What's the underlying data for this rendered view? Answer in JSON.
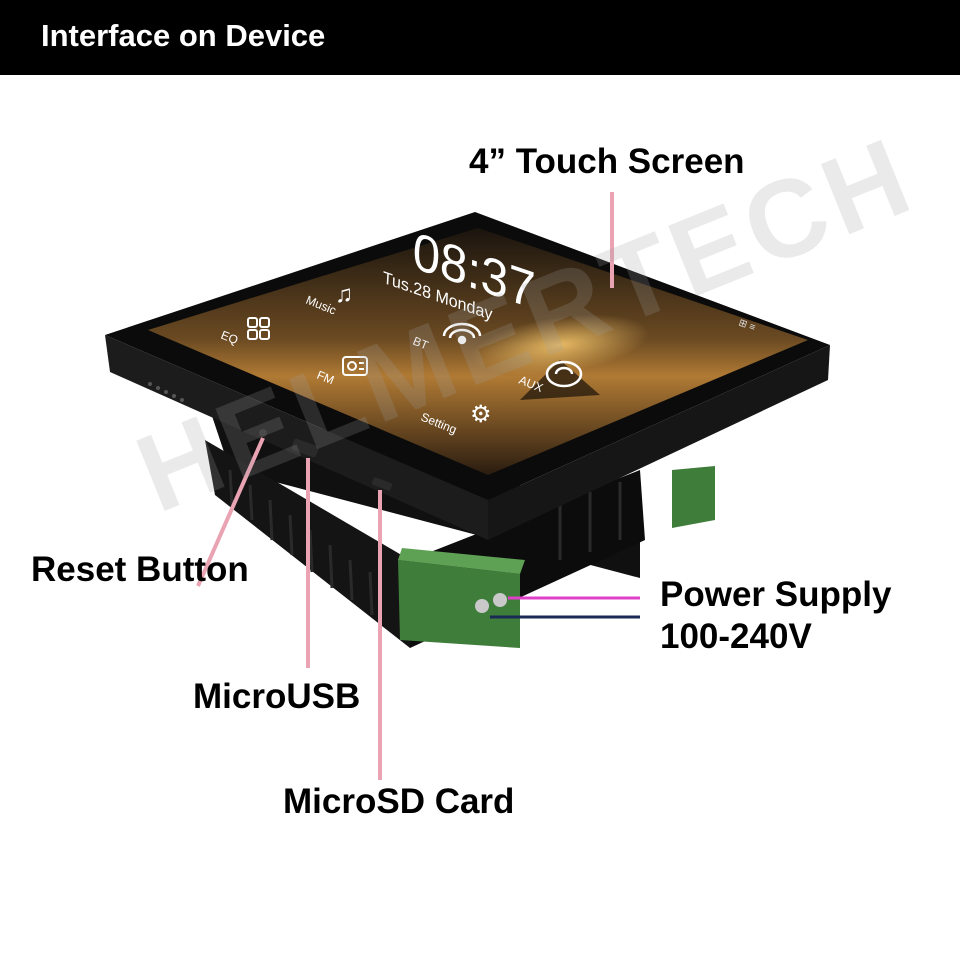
{
  "header": {
    "title": "Interface on Device"
  },
  "callouts": {
    "touch_screen": "4” Touch Screen",
    "reset_button": "Reset Button",
    "micro_usb": "MicroUSB",
    "micro_sd": "MicroSD Card",
    "power_supply_line1": "Power Supply",
    "power_supply_line2": "100-240V"
  },
  "screen": {
    "time": "08:37",
    "date": "Tus.28 Monday",
    "apps": {
      "music": "Music",
      "eq": "EQ",
      "bt": "BT",
      "fm": "FM",
      "aux": "AUX",
      "setting": "Setting"
    }
  },
  "watermark": "HELMERTECH",
  "colors": {
    "leader_line": "#e9a3b3",
    "wire_pink": "#e040c8",
    "wire_navy": "#1b2a55",
    "terminal_green": "#3f7d3a"
  }
}
